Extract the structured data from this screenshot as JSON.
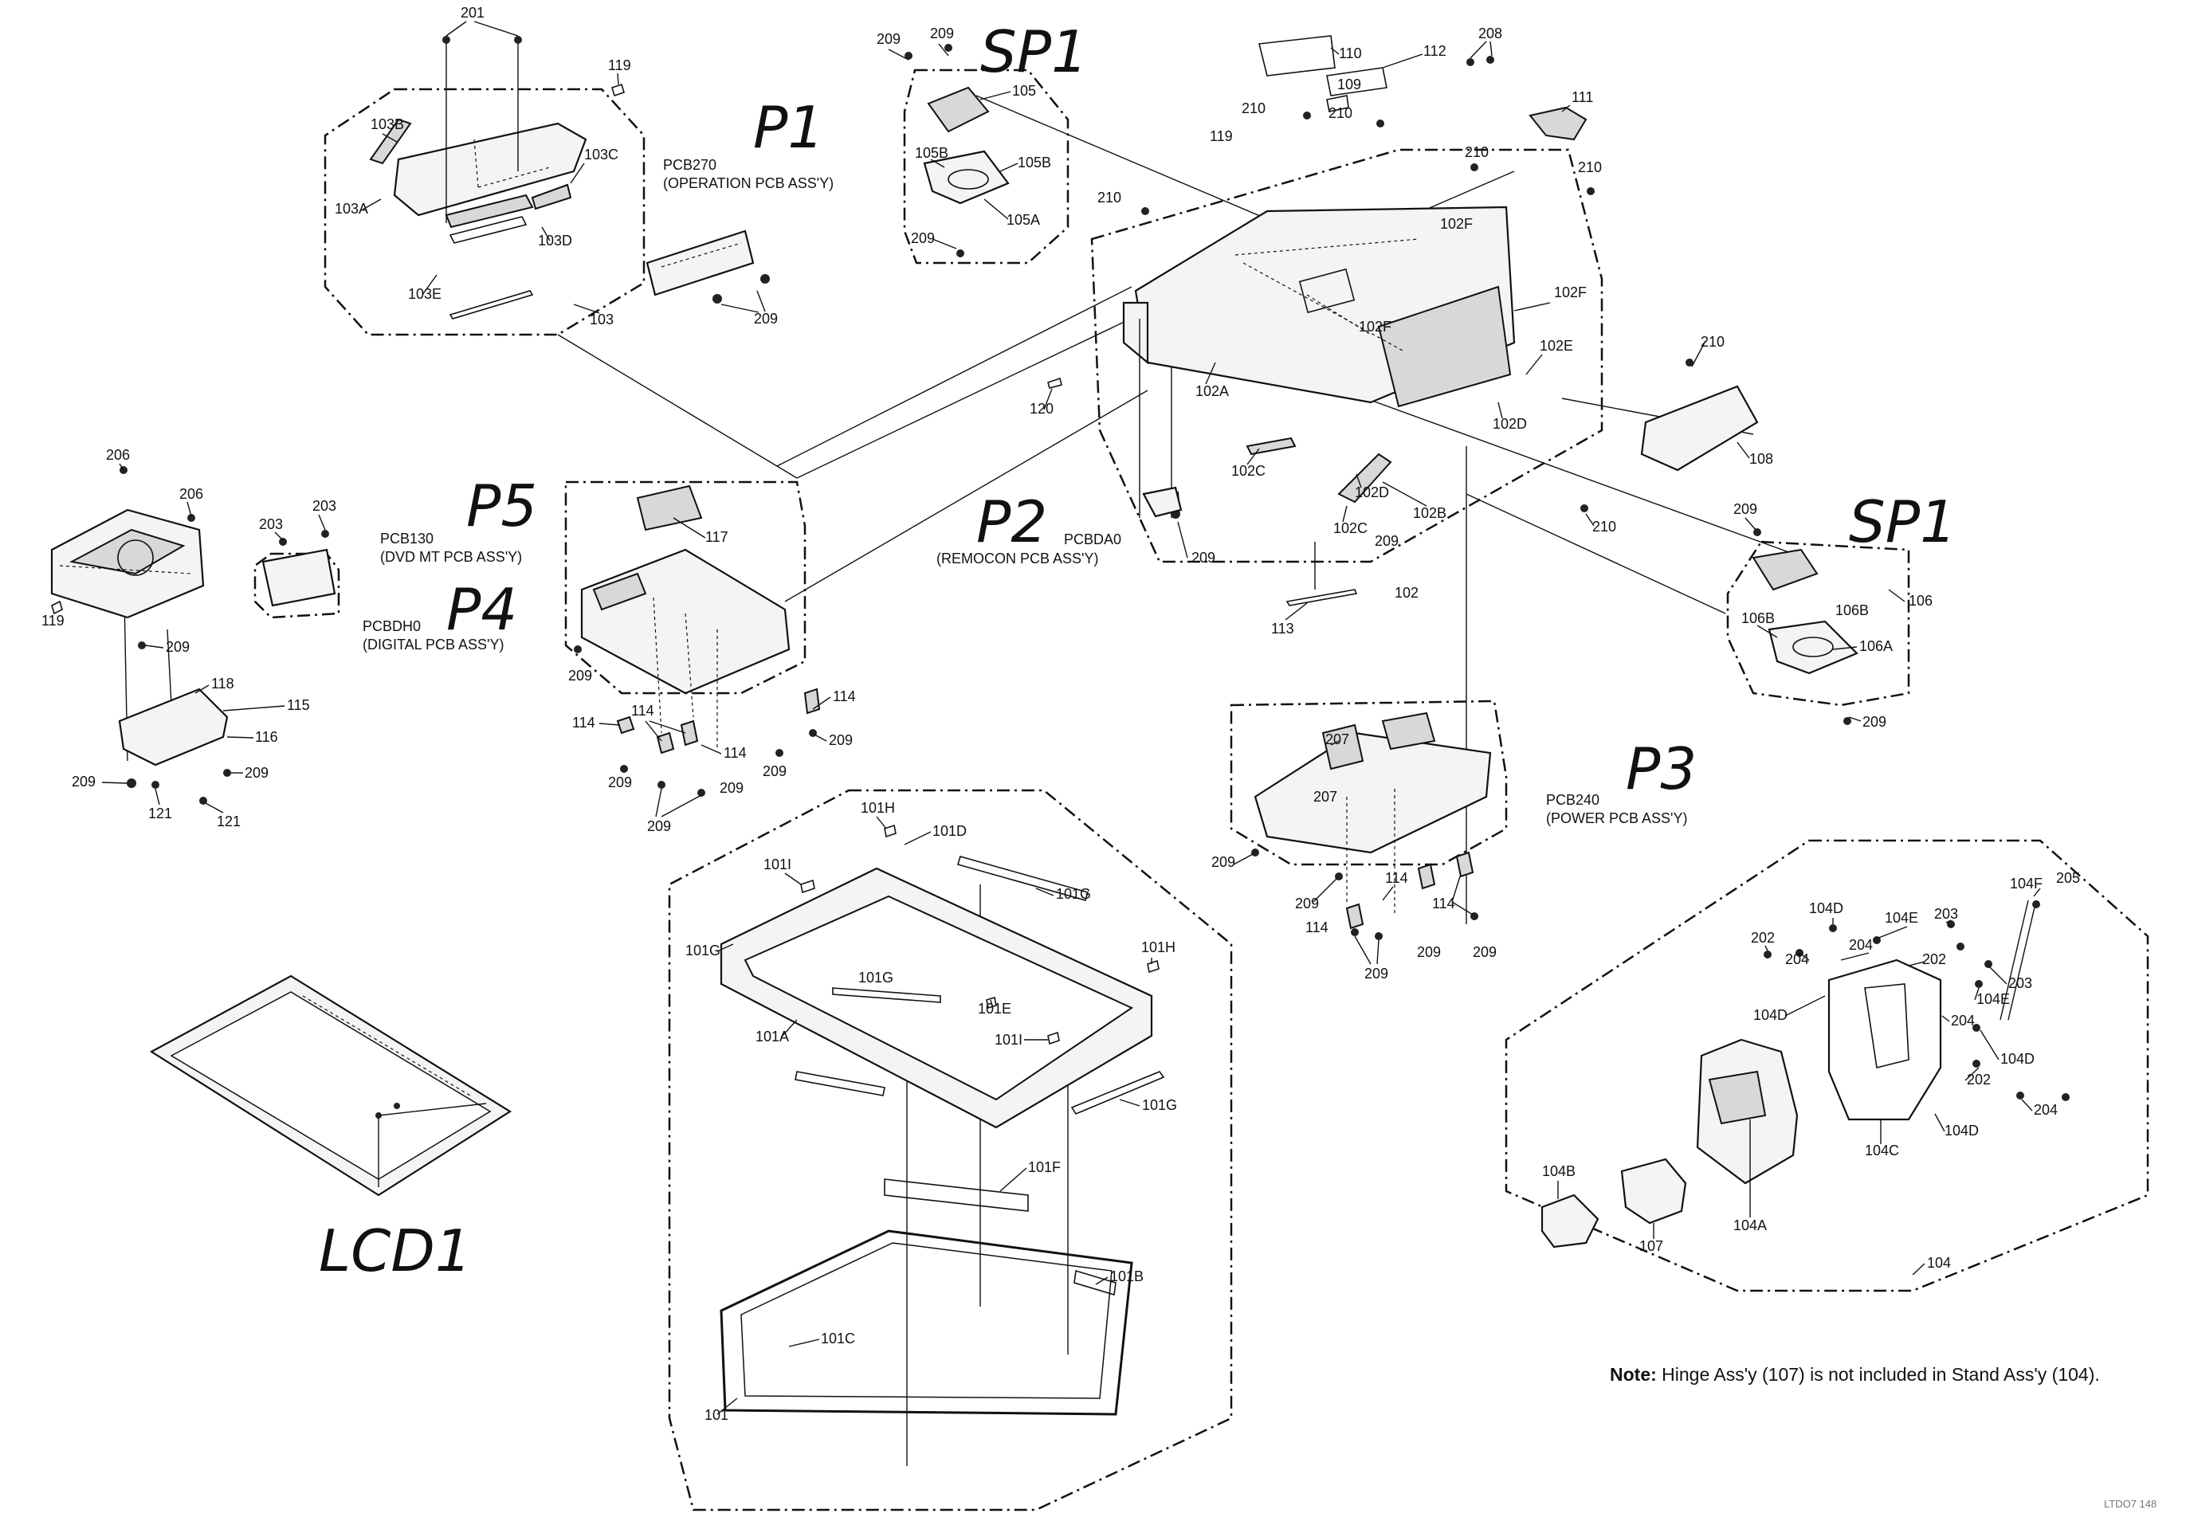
{
  "handwritten_labels": {
    "p1": "P1",
    "sp1_top": "SP1",
    "sp1_right": "SP1",
    "p5": "P5",
    "p2": "P2",
    "p4": "P4",
    "p3": "P3",
    "lcd1": "LCD1"
  },
  "pcb_labels": {
    "pcb270": "PCB270",
    "pcb270_desc": "(OPERATION PCB ASS'Y)",
    "pcb130": "PCB130",
    "pcb130_desc": "(DVD MT PCB ASS'Y)",
    "pcbdh0": "PCBDH0",
    "pcbdh0_desc": "(DIGITAL PCB ASS'Y)",
    "pcbda0": "PCBDA0",
    "pcbda0_desc": "(REMOCON PCB ASS'Y)",
    "pcb240": "PCB240",
    "pcb240_desc": "(POWER PCB ASS'Y)"
  },
  "part_numbers": {
    "n201": "201",
    "n119a": "119",
    "n103b": "103B",
    "n103c": "103C",
    "n103a": "103A",
    "n103d": "103D",
    "n103e": "103E",
    "n103": "103",
    "n209_p1": "209",
    "n209_sp_a": "209",
    "n209_sp_b": "209",
    "n105": "105",
    "n105b_l": "105B",
    "n105b_r": "105B",
    "n105a": "105A",
    "n209_sp_c": "209",
    "n110": "110",
    "n112": "112",
    "n208": "208",
    "n109": "109",
    "n210_a": "210",
    "n210_b": "210",
    "n119b": "119",
    "n111": "111",
    "n210_c": "210",
    "n210_d": "210",
    "n210_e": "210",
    "n102f_a": "102F",
    "n102f_b": "102F",
    "n102f_c": "102F",
    "n102e": "102E",
    "n120": "120",
    "n102a": "102A",
    "n102d_a": "102D",
    "n102c_a": "102C",
    "n102d_b": "102D",
    "n102c_b": "102C",
    "n209_ch": "209",
    "n102b": "102B",
    "n210_f": "210",
    "n102": "102",
    "n113": "113",
    "n210_g": "210",
    "n108": "108",
    "n209_sp2_a": "209",
    "n106b_r": "106B",
    "n106": "106",
    "n106b_l": "106B",
    "n106a": "106A",
    "n209_sp2_b": "209",
    "n206_a": "206",
    "n206_b": "206",
    "n203_a": "203",
    "n203_b": "203",
    "n119c": "119",
    "n209_dvd": "209",
    "n118": "118",
    "n115": "115",
    "n116": "116",
    "n209_dvd2": "209",
    "n209_dvd3": "209",
    "n121_a": "121",
    "n121_b": "121",
    "n117": "117",
    "n209_dig_a": "209",
    "n114_a": "114",
    "n114_b": "114",
    "n114_c": "114",
    "n209_dig_b": "209",
    "n209_dig_c": "209",
    "n209_dig_d": "209",
    "n209_dig_e": "209",
    "n114_d": "114",
    "n209_dig_f": "209",
    "n209_rem": "209",
    "n207_a": "207",
    "n207_b": "207",
    "n209_pw_a": "209",
    "n209_pw_b": "209",
    "n114_e": "114",
    "n114_f": "114",
    "n114_g": "114",
    "n209_pw_c": "209",
    "n209_pw_d": "209",
    "n209_pw_e": "209",
    "n101h_a": "101H",
    "n101d": "101D",
    "n101i_a": "101I",
    "n101g_a": "101G",
    "n101g_b": "101G",
    "n101h_b": "101H",
    "n101g_c": "101G",
    "n101e": "101E",
    "n101a": "101A",
    "n101i_b": "101I",
    "n101g_d": "101G",
    "n101f": "101F",
    "n101b": "101B",
    "n101c": "101C",
    "n101": "101",
    "n104d_a": "104D",
    "n104e_a": "104E",
    "n203_c": "203",
    "n104f": "104F",
    "n205": "205",
    "n202_a": "202",
    "n204_a": "204",
    "n204_b": "204",
    "n202_b": "202",
    "n203_d": "203",
    "n104e_b": "104E",
    "n104d_b": "104D",
    "n204_c": "204",
    "n104d_c": "104D",
    "n202_c": "202",
    "n204_d": "204",
    "n104c": "104C",
    "n104d_d": "104D",
    "n104b": "104B",
    "n107": "107",
    "n104a": "104A",
    "n104": "104"
  },
  "note": {
    "prefix": "Note:",
    "text": " Hinge Ass'y (107) is not included in Stand Ass'y (104)."
  },
  "doc_id": "LTDO7 148"
}
